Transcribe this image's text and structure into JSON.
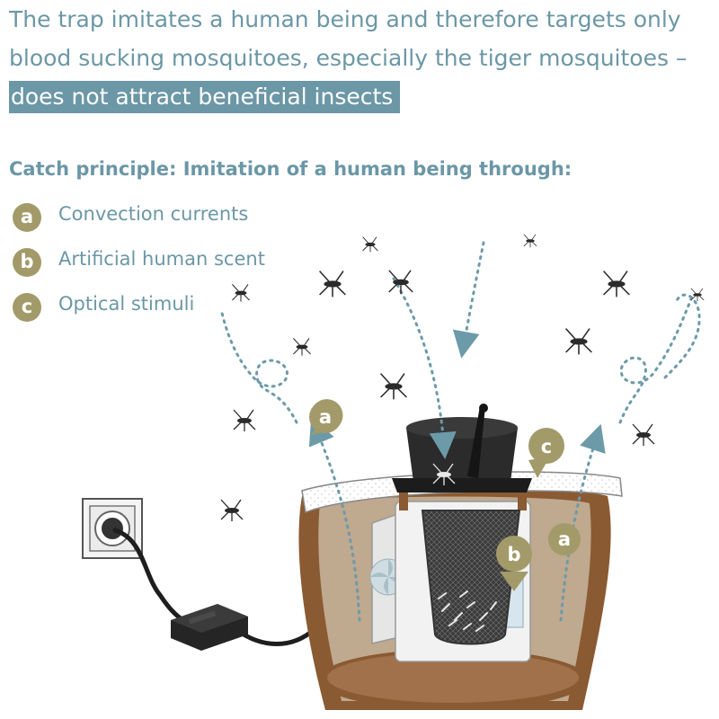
{
  "headline": {
    "line1": "The trap imitates a human being and therefore targets only",
    "line2": "blood sucking mosquitoes, especially the tiger mosquitoes –",
    "highlight": "does not attract beneficial insects"
  },
  "principle": {
    "title": "Catch principle: Imitation of a human being through:",
    "items": [
      {
        "letter": "a",
        "label": "Convection currents"
      },
      {
        "letter": "b",
        "label": "Artificial human scent"
      },
      {
        "letter": "c",
        "label": "Optical stimuli"
      }
    ]
  },
  "callouts": {
    "a": "a",
    "b": "b",
    "c": "c"
  },
  "colors": {
    "text_blue": "#6b97a6",
    "badge_olive": "#a39a6a",
    "pot_brown": "#8a5a32",
    "soil_tan": "#bfa98f",
    "trap_black": "#2b2b2b",
    "dotted_path": "#6c9aa9"
  },
  "icons": [
    "mosquito-icon",
    "wall-socket-icon",
    "power-adapter-icon",
    "fan-icon",
    "trap-bucket-icon",
    "catch-net-icon"
  ]
}
